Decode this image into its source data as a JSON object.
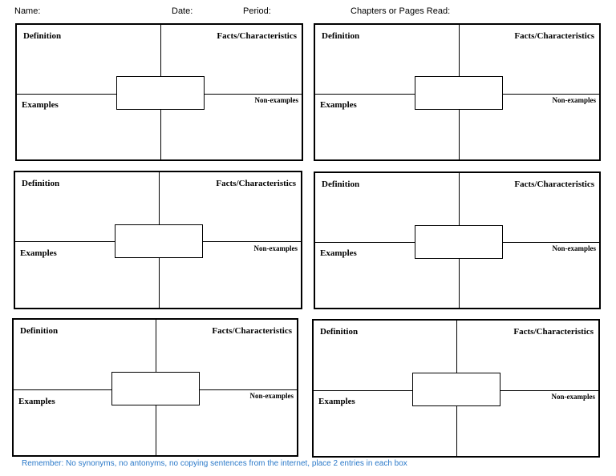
{
  "header": {
    "name_label": "Name:",
    "date_label": "Date:",
    "period_label": "Period:",
    "chapters_label": "Chapters or Pages Read:"
  },
  "labels": {
    "definition": "Definition",
    "facts": "Facts/Characteristics",
    "examples": "Examples",
    "non_examples": "Non-examples"
  },
  "footer": {
    "reminder": "Remember: No synonyms, no antonyms, no copying sentences from the internet, place 2 entries in each box"
  }
}
